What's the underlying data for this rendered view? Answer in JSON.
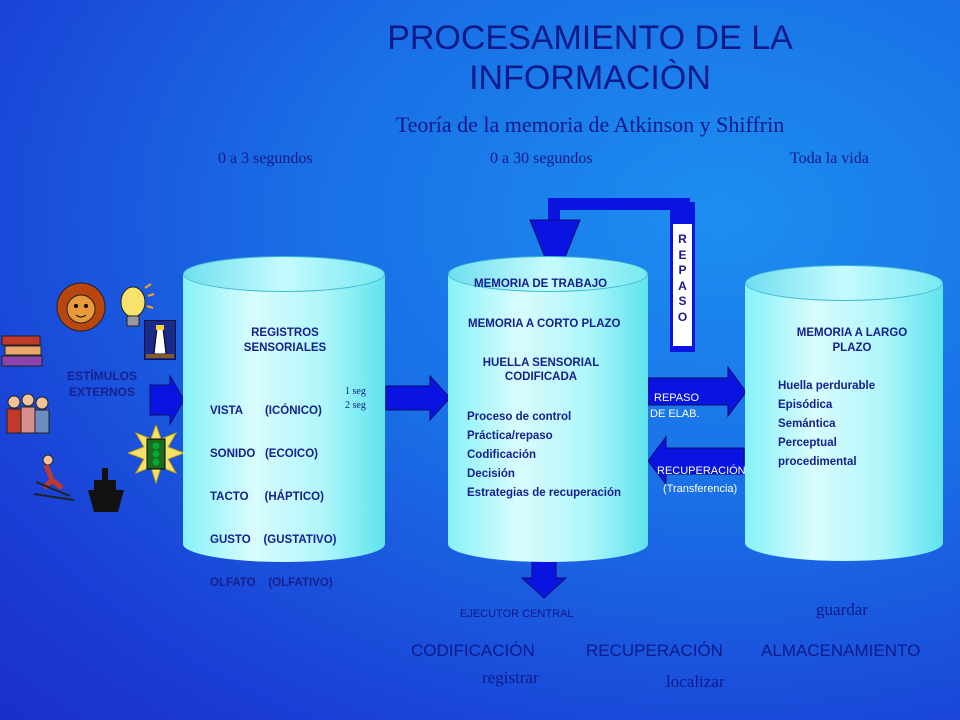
{
  "title": "PROCESAMIENTO DE LA INFORMACIÒN",
  "subtitle": "Teoría de la memoria de Atkinson y Shiffrin",
  "times": [
    "0 a 3 segundos",
    "0 a 30 segundos",
    "Toda la vida"
  ],
  "stimuli": {
    "label_line1": "ESTÍMULOS",
    "label_line2": "EXTERNOS"
  },
  "sensory": {
    "title_line1": "REGISTROS",
    "title_line2": "SENSORIALES",
    "items": [
      "VISTA       (ICÓNICO)",
      "SONIDO   (ECOICO)",
      "TACTO     (HÁPTICO)",
      "GUSTO    (GUSTATIVO)",
      "OLFATO    (OLFATIVO)"
    ],
    "durations": [
      "1 seg",
      "2 seg"
    ]
  },
  "working": {
    "line1": "MEMORIA DE TRABAJO",
    "line2": "MEMORIA A CORTO PLAZO",
    "line3": "HUELLA  SENSORIAL",
    "line4": "CODIFICADA",
    "items": [
      "Proceso de control",
      "Práctica/repaso",
      "Codificación",
      "Decisión",
      "Estrategias  de recuperación"
    ]
  },
  "longterm": {
    "title_line1": "MEMORIA A LARGO",
    "title_line2": "PLAZO",
    "items": [
      "Huella perdurable",
      "Episódica",
      "Semántica",
      "Perceptual",
      "procedimental"
    ]
  },
  "repaso_vertical": [
    "R",
    "E",
    "P",
    "A",
    "S",
    "O"
  ],
  "repaso_elab": {
    "line1": "REPASO",
    "line2": "DE ELAB."
  },
  "recuperacion": {
    "line1": "RECUPERACIÓN",
    "line2": "(Transferencia)"
  },
  "ejecutor": "EJECUTOR CENTRAL",
  "bottom": {
    "codificacion": "CODIFICACIÓN",
    "recuperacion": "RECUPERACIÓN",
    "almacenamiento": "ALMACENAMIENTO",
    "registrar": "registrar",
    "localizar": "localizar",
    "guardar": "guardar"
  },
  "colors": {
    "arrow": "#0a14e0",
    "cylinder": "#aef6fa",
    "text": "#0e1a8a"
  },
  "icons": [
    "books-icon",
    "lion-icon",
    "lightbulb-icon",
    "lighthouse-icon",
    "people-icon",
    "traffic-light-icon",
    "skier-icon",
    "ship-icon"
  ]
}
